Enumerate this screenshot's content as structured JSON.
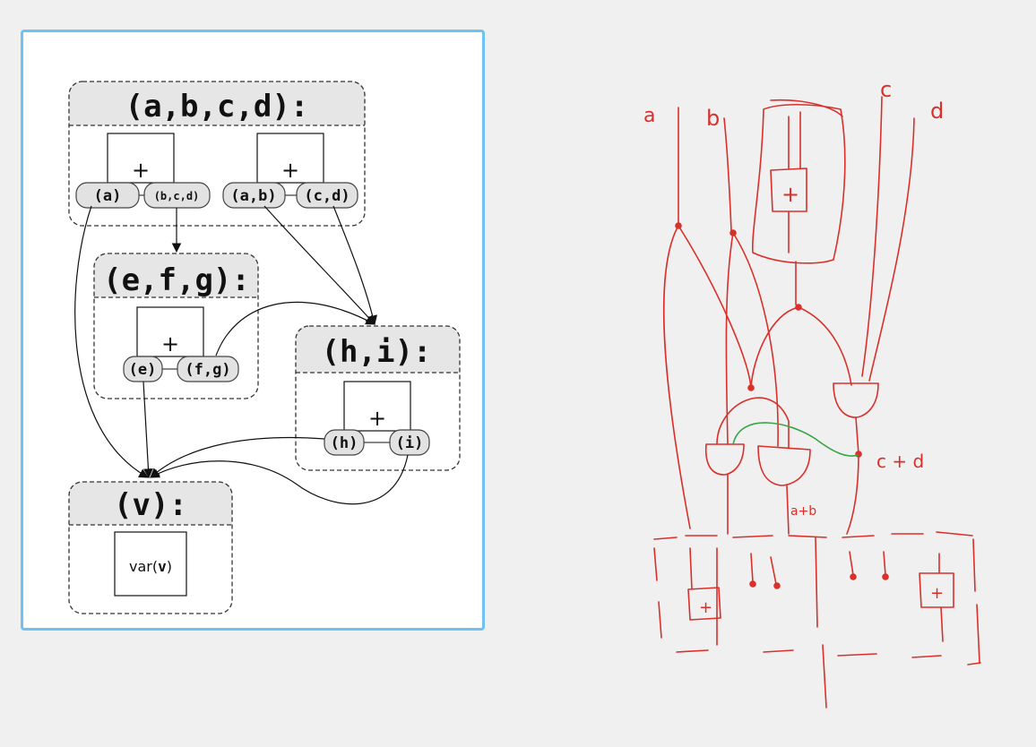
{
  "diagram": {
    "clusters": [
      {
        "id": "abcd",
        "title": "(a,b,c,d):"
      },
      {
        "id": "efg",
        "title": "(e,f,g):"
      },
      {
        "id": "hi",
        "title": "(h,i):"
      },
      {
        "id": "v",
        "title": "(v):"
      }
    ],
    "ops": {
      "plus": "+"
    },
    "ports": {
      "a": "(a)",
      "bcd": "(b,c,d)",
      "ab": "(a,b)",
      "cd": "(c,d)",
      "e": "(e)",
      "fg": "(f,g)",
      "h": "(h)",
      "i": "(i)"
    },
    "var_func": "var(",
    "var_arg": "v",
    "var_close": ")"
  },
  "sketch": {
    "labels": {
      "a": "a",
      "b": "b",
      "c": "c",
      "d": "d",
      "plus": "+",
      "c_plus_d": "c + d",
      "a_plus_b": "a+b"
    },
    "colors": {
      "ink": "#d9302b",
      "green": "#3aa346"
    }
  },
  "colors": {
    "panel_border": "#6ec3f2",
    "cluster_header": "#e6e6e6",
    "port_fill": "#e2e2e2",
    "background": "#f0f0f0"
  }
}
